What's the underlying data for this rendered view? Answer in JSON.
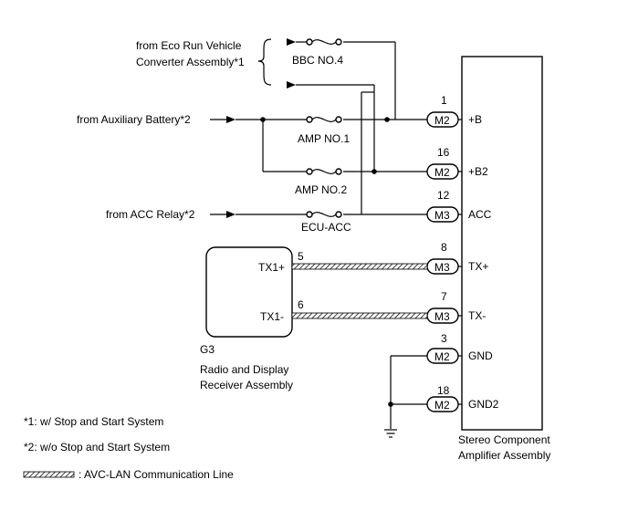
{
  "sources": {
    "eco_run_line1": "from Eco Run Vehicle",
    "eco_run_line2": "Converter Assembly*1",
    "aux_battery": "from Auxiliary Battery*2",
    "acc_relay": "from ACC Relay*2"
  },
  "fuses": {
    "bbc_no4": "BBC NO.4",
    "amp_no1": "AMP NO.1",
    "amp_no2": "AMP NO.2",
    "ecu_acc": "ECU-ACC"
  },
  "amplifier": {
    "name_line1": "Stereo Component",
    "name_line2": "Amplifier Assembly",
    "pins": [
      {
        "num": "1",
        "conn": "M2",
        "label": "+B"
      },
      {
        "num": "16",
        "conn": "M2",
        "label": "+B2"
      },
      {
        "num": "12",
        "conn": "M3",
        "label": "ACC"
      },
      {
        "num": "8",
        "conn": "M3",
        "label": "TX+"
      },
      {
        "num": "7",
        "conn": "M3",
        "label": "TX-"
      },
      {
        "num": "3",
        "conn": "M2",
        "label": "GND"
      },
      {
        "num": "18",
        "conn": "M2",
        "label": "GND2"
      }
    ]
  },
  "receiver": {
    "id": "G3",
    "name_line1": "Radio and Display",
    "name_line2": "Receiver Assembly",
    "pins": [
      {
        "num": "5",
        "label": "TX1+"
      },
      {
        "num": "6",
        "label": "TX1-"
      }
    ]
  },
  "notes": {
    "note1": "*1: w/ Stop and Start System",
    "note2": "*2: w/o Stop and Start System",
    "legend": ": AVC-LAN Communication Line"
  },
  "colors": {
    "line": "#000000",
    "background": "#ffffff"
  }
}
